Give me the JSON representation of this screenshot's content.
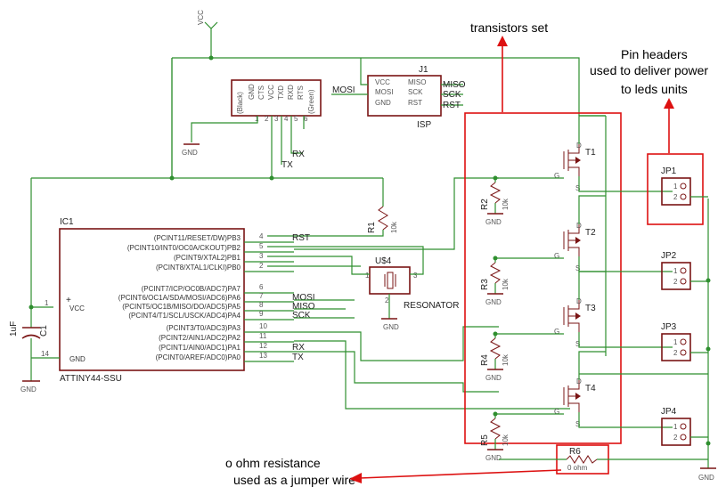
{
  "annotations": {
    "transistors": "transistors set",
    "pin_headers_line1": "Pin headers",
    "pin_headers_line2": "used to deliver power",
    "pin_headers_line3": "to leds units",
    "jumper_line1": "o ohm resistance",
    "jumper_line2": "used as a jumper wire"
  },
  "power": {
    "vcc": "VCC",
    "gnd": "GND"
  },
  "ftdi": {
    "pins": [
      "(Black)",
      "GND",
      "CTS",
      "VCC",
      "TXD",
      "RXD",
      "RTS",
      "(Green)"
    ],
    "nums": [
      "1",
      "2",
      "3",
      "4",
      "5",
      "6"
    ],
    "rx": "RX",
    "tx": "TX"
  },
  "isp": {
    "name": "J1",
    "label": "ISP",
    "left_pins": [
      "VCC",
      "MOSI",
      "GND"
    ],
    "right_pins": [
      "MISO",
      "SCK",
      "RST"
    ],
    "nets_left": "MOSI",
    "nets_right": [
      "MISO",
      "SCK",
      "RST"
    ]
  },
  "mcu": {
    "name": "IC1",
    "part": "ATTINY44-SSU",
    "vcc": "VCC",
    "gnd": "GND",
    "plus": "+",
    "left_nums": [
      "1",
      "14"
    ],
    "pins_right": [
      {
        "label": "(PCINT11/RESET/DW)PB3",
        "num": "4",
        "net": "RST"
      },
      {
        "label": "(PCINT10/INT0/OC0A/CKOUT)PB2",
        "num": "5",
        "net": ""
      },
      {
        "label": "(PCINT9/XTAL2)PB1",
        "num": "3",
        "net": ""
      },
      {
        "label": "(PCINT8/XTAL1/CLKI)PB0",
        "num": "2",
        "net": ""
      },
      {
        "label": "(PCINT7/ICP/OC0B/ADC7)PA7",
        "num": "6",
        "net": ""
      },
      {
        "label": "(PCINT6/OC1A/SDA/MOSI/ADC6)PA6",
        "num": "7",
        "net": "MOSI"
      },
      {
        "label": "(PCINT5/OC1B/MISO/DO/ADC5)PA5",
        "num": "8",
        "net": "MISO"
      },
      {
        "label": "(PCINT4/T1/SCL/USCK/ADC4)PA4",
        "num": "9",
        "net": "SCK"
      },
      {
        "label": "(PCINT3/T0/ADC3)PA3",
        "num": "10",
        "net": ""
      },
      {
        "label": "(PCINT2/AIN1/ADC2)PA2",
        "num": "11",
        "net": ""
      },
      {
        "label": "(PCINT1/AIN0/ADC1)PA1",
        "num": "12",
        "net": "RX"
      },
      {
        "label": "(PCINT0/AREF/ADC0)PA0",
        "num": "13",
        "net": "TX"
      }
    ]
  },
  "cap": {
    "name": "C1",
    "value": "1uF"
  },
  "r1": {
    "name": "R1",
    "value": "10k"
  },
  "resonator": {
    "name": "U$4",
    "label": "RESONATOR",
    "pins": [
      "1",
      "2",
      "3"
    ]
  },
  "transistors": [
    {
      "name": "T1",
      "res": "R2",
      "val": "10k"
    },
    {
      "name": "T2",
      "res": "R3",
      "val": "10k"
    },
    {
      "name": "T3",
      "res": "R4",
      "val": "10k"
    },
    {
      "name": "T4",
      "res": "R5",
      "val": "10k"
    }
  ],
  "fet_pins": {
    "d": "D",
    "g": "G",
    "s": "S"
  },
  "headers": [
    {
      "name": "JP1",
      "p1": "1",
      "p2": "2"
    },
    {
      "name": "JP2",
      "p1": "1",
      "p2": "2"
    },
    {
      "name": "JP3",
      "p1": "1",
      "p2": "2"
    },
    {
      "name": "JP4",
      "p1": "1",
      "p2": "2"
    }
  ],
  "r6": {
    "name": "R6",
    "value": "0 ohm"
  }
}
